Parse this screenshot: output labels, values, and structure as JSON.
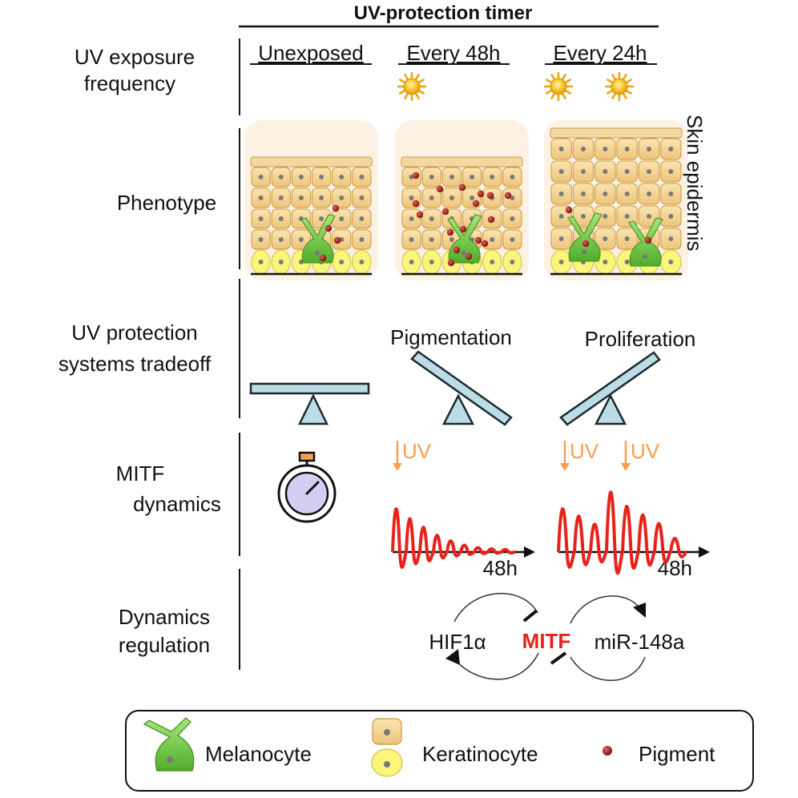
{
  "header": {
    "title": "UV-protection timer",
    "columns": [
      "Unexposed",
      "Every 48h",
      "Every 24h"
    ]
  },
  "rows": {
    "frequency": [
      "UV exposure",
      "frequency"
    ],
    "phenotype": "Phenotype",
    "tradeoff": [
      "UV protection",
      "systems tradeoff"
    ],
    "mitf": [
      "MITF",
      "dynamics"
    ],
    "regulation": [
      "Dynamics",
      "regulation"
    ]
  },
  "side_label": "Skin epidermis",
  "tradeoff": {
    "left": "Pigmentation",
    "right": "Proliferation"
  },
  "dynamics": {
    "uv_label": "UV",
    "time_label": "48h"
  },
  "regulation": {
    "left": "HIF1α",
    "center": "MITF",
    "right": "miR-148a"
  },
  "legend": {
    "melanocyte": "Melanocyte",
    "keratinocyte": "Keratinocyte",
    "pigment": "Pigment"
  },
  "colors": {
    "uv_arrow": "#f5a050",
    "mitf": "#e8221b",
    "seesaw": "#bcdde6",
    "melanocyte": "#7ed04e",
    "keratinocyte": "#f7d792",
    "basal_cell": "#fbf57a",
    "pigment": "#a01414",
    "sun": "#f7c221"
  }
}
